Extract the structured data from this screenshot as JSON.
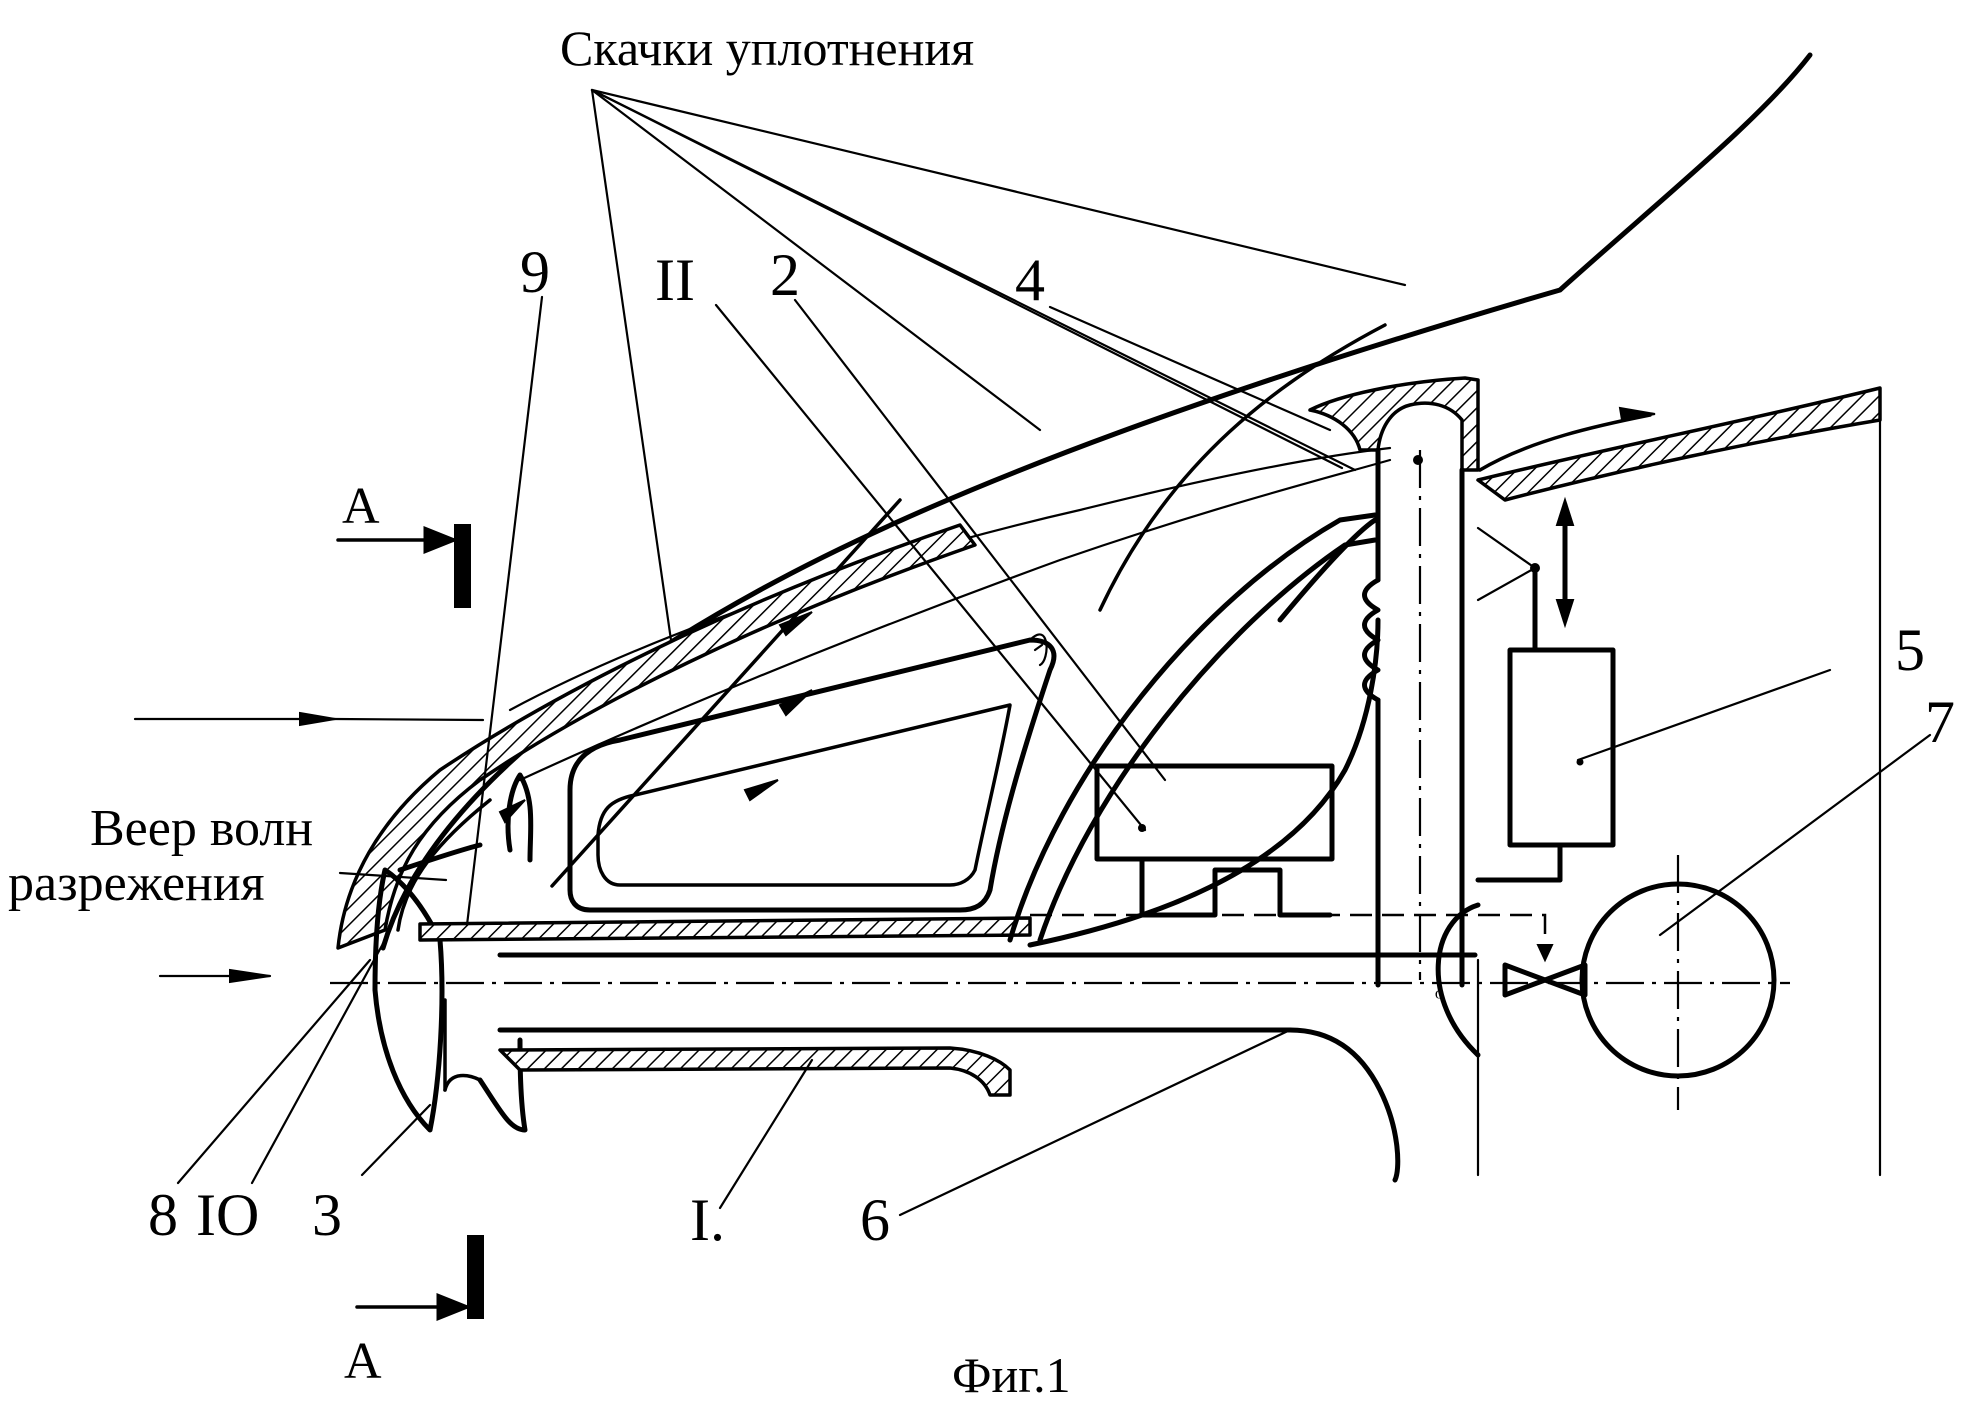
{
  "labels": {
    "shock_waves": "Скачки уплотнения",
    "rarefaction_fan_line1": "Веер волн",
    "rarefaction_fan_line2": "разрежения",
    "section_mark_top": "А",
    "section_mark_bottom": "А",
    "caption": "Фиг.1"
  },
  "callouts": {
    "n1": "I.",
    "n2": "2",
    "n3": "3",
    "n4": "4",
    "n5": "5",
    "n6": "6",
    "n7": "7",
    "n8": "8",
    "n9": "9",
    "n10": "IO",
    "n11": "II"
  }
}
